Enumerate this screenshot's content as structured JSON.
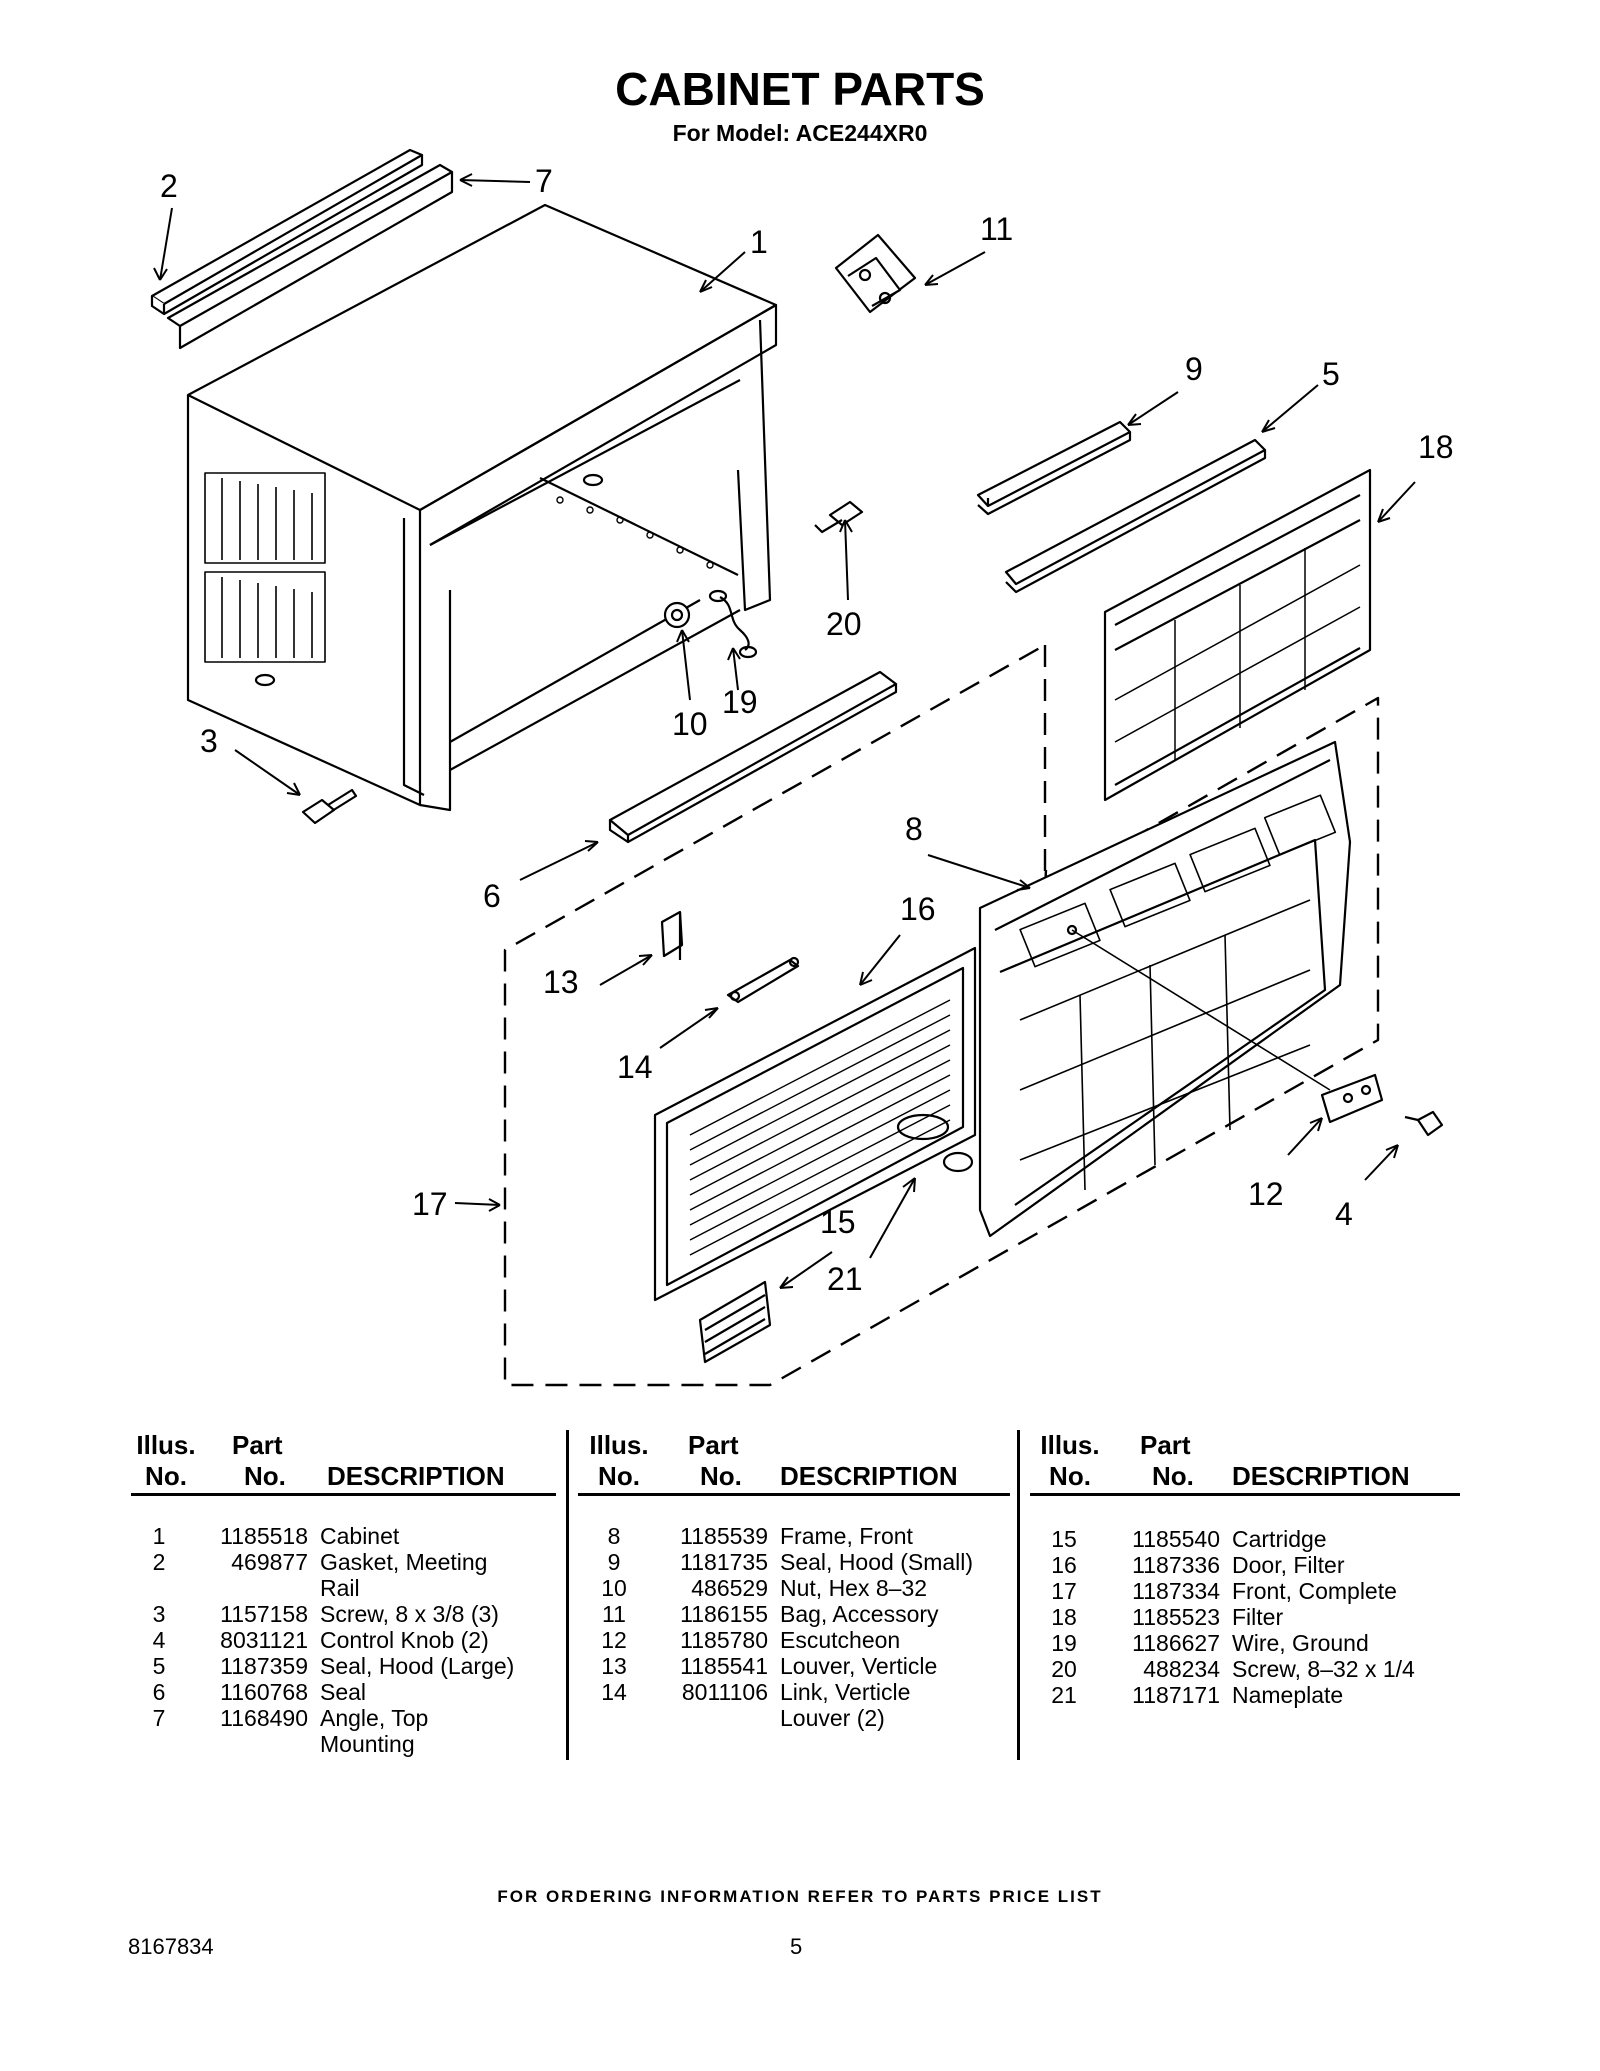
{
  "header": {
    "title": "CABINET PARTS",
    "subtitle": "For Model: ACE244XR0"
  },
  "callouts": [
    "1",
    "2",
    "3",
    "4",
    "5",
    "6",
    "7",
    "8",
    "9",
    "10",
    "11",
    "12",
    "13",
    "14",
    "15",
    "16",
    "17",
    "18",
    "19",
    "20",
    "21"
  ],
  "table": {
    "headers": {
      "illus_line1": "Illus.",
      "illus_line2": "No.",
      "part_line1": "Part",
      "part_line2": "No.",
      "description": "DESCRIPTION"
    },
    "columns": [
      [
        {
          "illus": "1",
          "part": "1185518",
          "desc": "Cabinet"
        },
        {
          "illus": "2",
          "part": "469877",
          "desc": "Gasket, Meeting\nRail"
        },
        {
          "illus": "3",
          "part": "1157158",
          "desc": "Screw, 8 x 3/8 (3)"
        },
        {
          "illus": "4",
          "part": "8031121",
          "desc": "Control Knob (2)"
        },
        {
          "illus": "5",
          "part": "1187359",
          "desc": "Seal, Hood (Large)"
        },
        {
          "illus": "6",
          "part": "1160768",
          "desc": "Seal"
        },
        {
          "illus": "7",
          "part": "1168490",
          "desc": "Angle, Top\nMounting"
        }
      ],
      [
        {
          "illus": "8",
          "part": "1185539",
          "desc": "Frame, Front"
        },
        {
          "illus": "9",
          "part": "1181735",
          "desc": "Seal, Hood (Small)"
        },
        {
          "illus": "10",
          "part": "486529",
          "desc": "Nut, Hex 8–32"
        },
        {
          "illus": "11",
          "part": "1186155",
          "desc": "Bag, Accessory"
        },
        {
          "illus": "12",
          "part": "1185780",
          "desc": "Escutcheon"
        },
        {
          "illus": "13",
          "part": "1185541",
          "desc": "Louver, Verticle"
        },
        {
          "illus": "14",
          "part": "8011106",
          "desc": "Link, Verticle\nLouver (2)"
        }
      ],
      [
        {
          "illus": "15",
          "part": "1185540",
          "desc": "Cartridge"
        },
        {
          "illus": "16",
          "part": "1187336",
          "desc": "Door, Filter"
        },
        {
          "illus": "17",
          "part": "1187334",
          "desc": "Front, Complete"
        },
        {
          "illus": "18",
          "part": "1185523",
          "desc": "Filter"
        },
        {
          "illus": "19",
          "part": "1186627",
          "desc": "Wire, Ground"
        },
        {
          "illus": "20",
          "part": "488234",
          "desc": "Screw, 8–32 x 1/4"
        },
        {
          "illus": "21",
          "part": "1187171",
          "desc": "Nameplate"
        }
      ]
    ]
  },
  "footer": {
    "note": "FOR ORDERING INFORMATION REFER TO PARTS PRICE LIST",
    "doc_number": "8167834",
    "page_number": "5"
  }
}
